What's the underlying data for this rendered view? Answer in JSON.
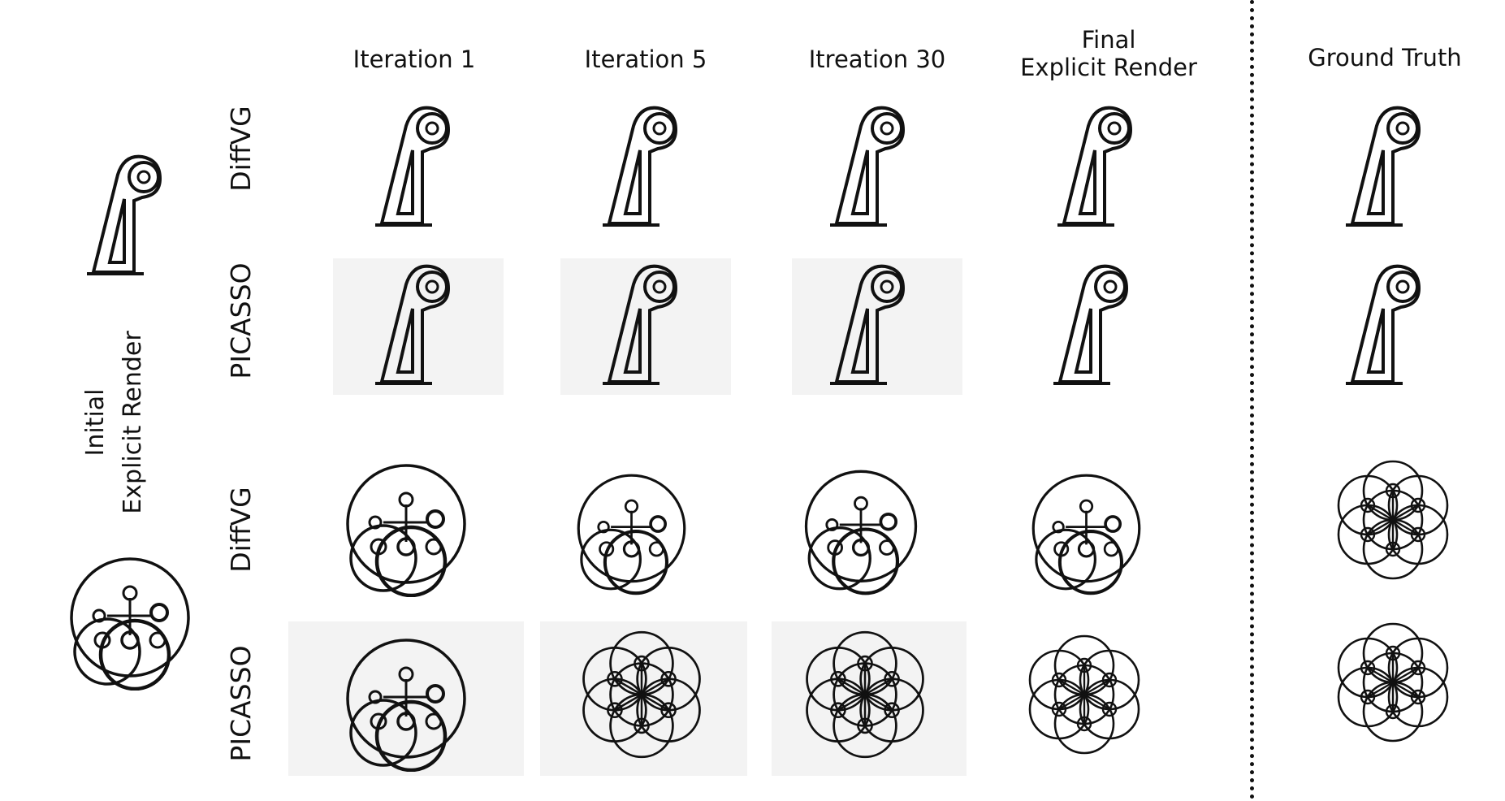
{
  "columns": {
    "iter1": "Iteration 1",
    "iter5": "Iteration 5",
    "iter30": "Itreation 30",
    "final_line1": "Final",
    "final_line2": "Explicit Render",
    "gt": "Ground Truth"
  },
  "rows": {
    "diffvg": "DiffVG",
    "picasso": "PICASSO"
  },
  "side": {
    "line1": "Initial",
    "line2": "Explicit Render"
  },
  "icons": {
    "top_glyph": "lamp-glyph",
    "bottom_glyph": "flower-of-life-glyph"
  }
}
